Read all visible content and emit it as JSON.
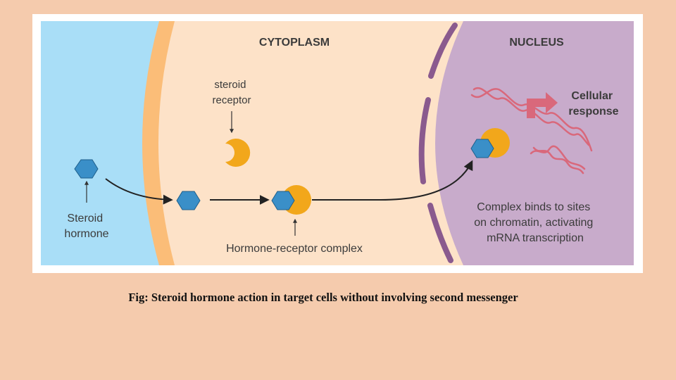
{
  "diagram": {
    "regions": {
      "cytoplasm": "CYTOPLASM",
      "nucleus": "NUCLEUS"
    },
    "labels": {
      "steroid_receptor": [
        "steroid",
        "receptor"
      ],
      "steroid_hormone": [
        "Steroid",
        "hormone"
      ],
      "complex": "Hormone-receptor complex",
      "cellular_response": [
        "Cellular",
        "response"
      ],
      "binding": [
        "Complex binds to sites",
        "on chromatin, activating",
        "mRNA transcription"
      ]
    },
    "colors": {
      "extracellular": "#a9def7",
      "membrane": "#fbbd78",
      "cytoplasm": "#fde2c8",
      "nucleus": "#c8abcb",
      "nuclear_envelope": "#8a5a8e",
      "hormone": "#3a8fc8",
      "receptor": "#f2a71b",
      "dna": "#d9687b",
      "arrow": "#222222"
    }
  },
  "caption": "Fig: Steroid hormone action in target cells without involving second messenger"
}
